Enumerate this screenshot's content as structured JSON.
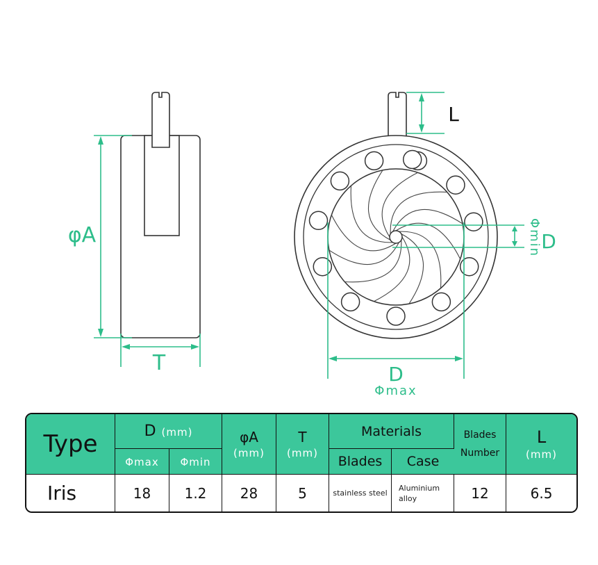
{
  "side_view": {
    "height_label": "φA",
    "width_label": "T"
  },
  "front_view": {
    "lever_label": "L",
    "min_label_letter": "D",
    "min_label_sub": "Φmin",
    "max_label_letter": "D",
    "max_label_sub": "Φmax"
  },
  "table": {
    "header": {
      "type": "Type",
      "d": "D",
      "d_unit": "(mm)",
      "d_max": "Φmax",
      "d_min": "Φmin",
      "a": "φA",
      "a_unit": "(mm)",
      "t": "T",
      "t_unit": "(mm)",
      "materials": "Materials",
      "blades": "Blades",
      "case": "Case",
      "blades_number_1": "Blades",
      "blades_number_2": "Number",
      "l": "L",
      "l_unit": "(mm)"
    },
    "row": {
      "type": "Iris",
      "d_max": "18",
      "d_min": "1.2",
      "a": "28",
      "t": "5",
      "blades_material": "stainless steel",
      "case_material_1": "Aluminium",
      "case_material_2": "alloy",
      "blades_number": "12",
      "l": "6.5"
    }
  },
  "colors": {
    "accent": "#3cc79b",
    "dimension": "#2dbd8a",
    "line": "#222222"
  }
}
